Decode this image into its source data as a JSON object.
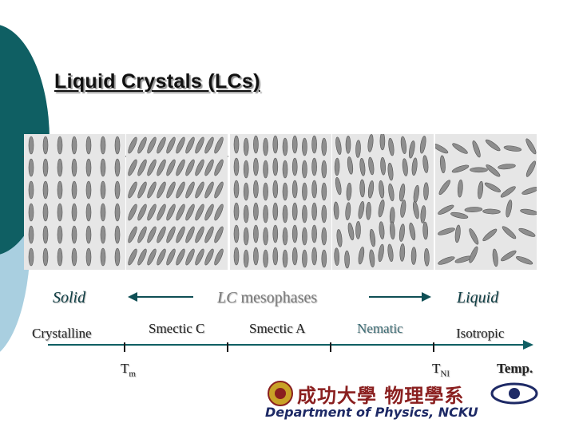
{
  "title": "Liquid Crystals (LCs)",
  "panels": [
    {
      "phase": "Crystalline",
      "pattern": "solid"
    },
    {
      "phase": "Smectic C",
      "pattern": "smectic-c"
    },
    {
      "phase": "Smectic A",
      "pattern": "smectic-a"
    },
    {
      "phase": "Nematic",
      "pattern": "nematic"
    },
    {
      "phase": "Isotropic",
      "pattern": "isotropic"
    }
  ],
  "state_labels": {
    "solid": "Solid",
    "mesophase_italic": "LC",
    "mesophase_text": "mesophases",
    "liquid": "Liquid"
  },
  "phase_labels": {
    "crystalline": "Crystalline",
    "smectic_c": "Smectic C",
    "smectic_a": "Smectic A",
    "nematic": "Nematic",
    "isotropic": "Isotropic"
  },
  "axis": {
    "tm_base": "T",
    "tm_sub": "m",
    "tni_base": "T",
    "tni_sub": "NI",
    "temp": "Temp."
  },
  "logo": {
    "chinese": "成功大學 物理學系",
    "english": "Department of Physics, NCKU"
  },
  "colors": {
    "teal": "#0f5f63",
    "light_blue": "#a9cfe0",
    "arrow": "#0f4f55",
    "molecule": "#8e8e8e"
  }
}
